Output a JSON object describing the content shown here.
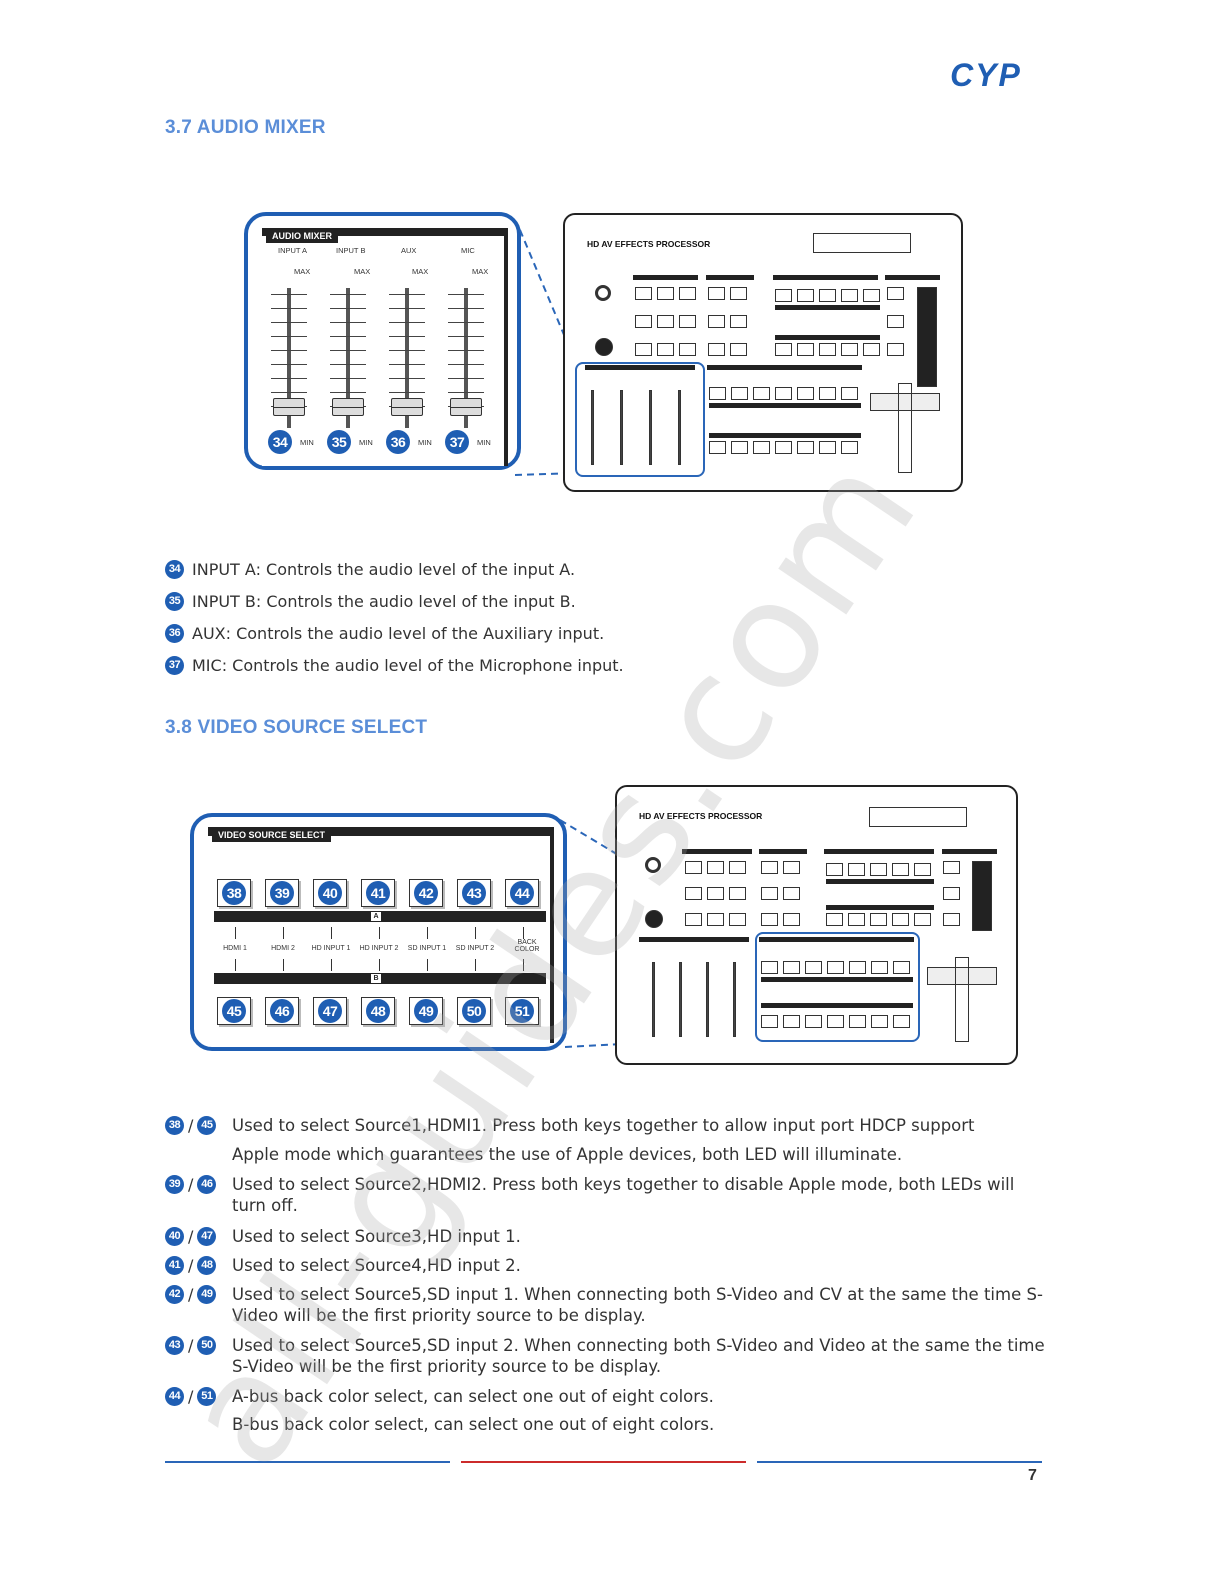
{
  "header": {
    "logo_text": "CYP"
  },
  "section_audio": {
    "title": "3.7 AUDIO MIXER",
    "panel": {
      "header": "AUDIO MIXER",
      "channels": [
        {
          "label": "INPUT A",
          "badge": "34"
        },
        {
          "label": "INPUT B",
          "badge": "35"
        },
        {
          "label": "AUX",
          "badge": "36"
        },
        {
          "label": "MIC",
          "badge": "37"
        }
      ],
      "max_label": "MAX",
      "min_label": "MIN"
    },
    "device_title": "HD AV EFFECTS PROCESSOR",
    "descriptions": [
      {
        "badge": "34",
        "text": "INPUT A: Controls the audio level of the input A."
      },
      {
        "badge": "35",
        "text": "INPUT B: Controls the audio level of the input B."
      },
      {
        "badge": "36",
        "text": "AUX: Controls the audio level of the Auxiliary input."
      },
      {
        "badge": "37",
        "text": "MIC: Controls the audio level of the Microphone input."
      }
    ]
  },
  "section_video": {
    "title": "3.8 VIDEO SOURCE SELECT",
    "panel": {
      "header": "VIDEO SOURCE SELECT",
      "bus_a": "A",
      "bus_b": "B",
      "top_buttons": [
        "38",
        "39",
        "40",
        "41",
        "42",
        "43",
        "44"
      ],
      "bottom_buttons": [
        "45",
        "46",
        "47",
        "48",
        "49",
        "50",
        "51"
      ],
      "labels": [
        "HDMI 1",
        "HDMI 2",
        "HD INPUT 1",
        "HD INPUT 2",
        "SD INPUT 1",
        "SD INPUT 2",
        "BACK COLOR"
      ]
    },
    "device_title": "HD AV EFFECTS PROCESSOR",
    "items": [
      {
        "a": "38",
        "b": "45",
        "text": "Used to select Source1,HDMI1. Press both keys together to allow input port HDCP support",
        "text2": "Apple mode which guarantees the use of Apple devices, both LED will illuminate."
      },
      {
        "a": "39",
        "b": "46",
        "text": "Used to select Source2,HDMI2. Press both keys together to disable Apple mode, both LEDs will turn off."
      },
      {
        "a": "40",
        "b": "47",
        "text": "Used to select Source3,HD input 1."
      },
      {
        "a": "41",
        "b": "48",
        "text": "Used to select Source4,HD input 2."
      },
      {
        "a": "42",
        "b": "49",
        "text": "Used to select Source5,SD input 1. When connecting both S-Video and CV at the same the time S-Video will be the first priority source to be display."
      },
      {
        "a": "43",
        "b": "50",
        "text": "Used to select Source5,SD input 2. When connecting both S-Video and Video at the same the time S-Video will be the first priority source to be display."
      },
      {
        "a": "44",
        "b": "51",
        "text": "A-bus back color select, can select one out of eight colors.",
        "text2": "B-bus back color select, can select one out of eight colors."
      }
    ]
  },
  "footer": {
    "page_number": "7",
    "line_colors": [
      "#2a66b8",
      "#cc2b2b",
      "#2a66b8"
    ]
  },
  "watermark": "all-guides.com",
  "colors": {
    "accent": "#5b8ed8",
    "badge": "#1f5eb3",
    "logo": "#1f5eb3"
  }
}
